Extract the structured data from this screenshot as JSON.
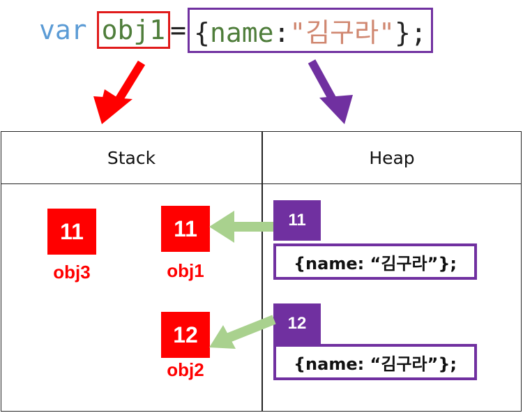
{
  "code": {
    "keyword": "var",
    "variable": "obj1",
    "equals": "=",
    "open_brace": "{",
    "prop": "name",
    "colon": ":",
    "string": "\"김구라\"",
    "close": "};"
  },
  "table": {
    "stack_header": "Stack",
    "heap_header": "Heap"
  },
  "stack": [
    {
      "value": "11",
      "label": "obj3"
    },
    {
      "value": "11",
      "label": "obj1"
    },
    {
      "value": "12",
      "label": "obj2"
    }
  ],
  "heap": [
    {
      "address": "11",
      "content": "{name: “김구라”};"
    },
    {
      "address": "12",
      "content": "{name: “김구라”};"
    }
  ],
  "colors": {
    "red": "#ff0000",
    "purple": "#7030a0",
    "green_arrow": "#a9d18e",
    "keyword_blue": "#5b9bd5",
    "ident_green": "#4e7d3a",
    "string_orange": "#d08770"
  }
}
